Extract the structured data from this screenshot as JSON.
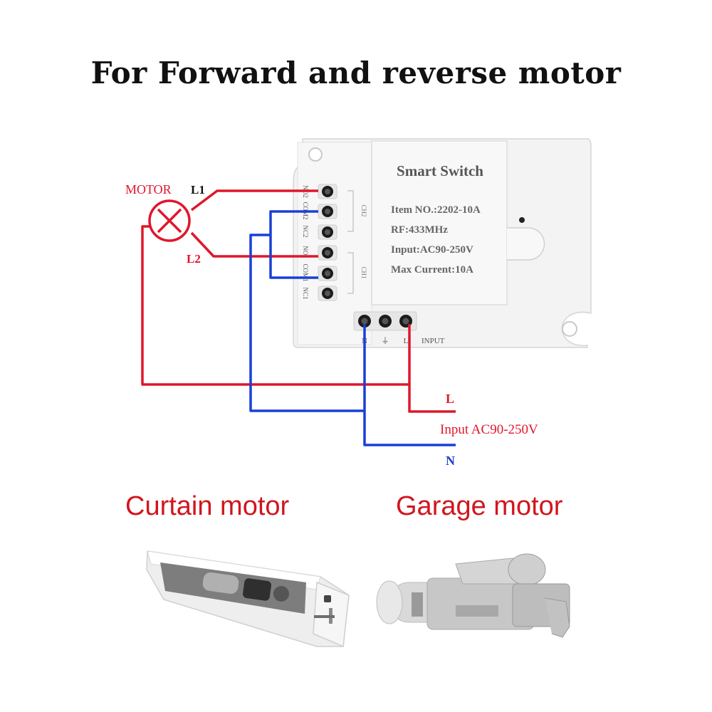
{
  "title": "For  Forward and reverse motor",
  "device": {
    "name": "Smart Switch",
    "item_no": "Item NO.:2202-10A",
    "rf": "RF:433MHz",
    "input": "Input:AC90-250V",
    "max_current": "Max Current:10A",
    "terminal_labels": [
      "NO2",
      "COM2",
      "NC2",
      "NO1",
      "COM1",
      "NC1"
    ],
    "channel_labels": [
      "CH2",
      "CH1"
    ],
    "input_terminals": [
      "N",
      "⏚",
      "L"
    ],
    "input_label": "INPUT"
  },
  "wiring": {
    "motor_label": "MOTOR",
    "l1_label": "L1",
    "l2_label": "L2",
    "supply_l": "L",
    "supply_n": "N",
    "supply_input": "Input AC90-250V"
  },
  "captions": {
    "curtain": "Curtain motor",
    "garage": "Garage motor"
  },
  "colors": {
    "live": "#e0162b",
    "neutral": "#1a3fd6",
    "caption": "#d0161f"
  }
}
